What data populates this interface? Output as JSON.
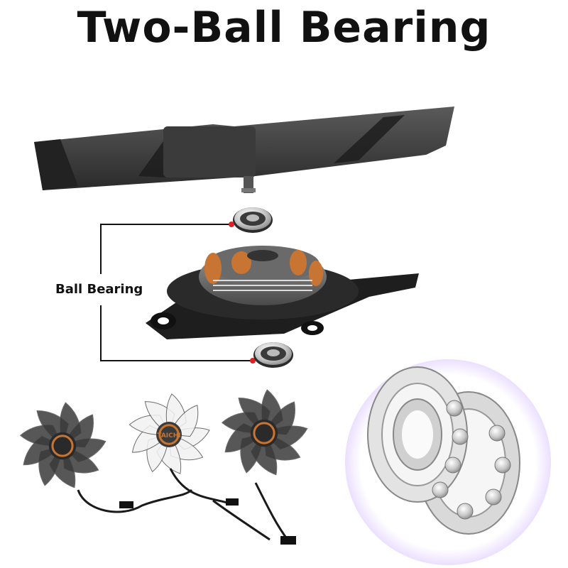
{
  "title": "Two-Ball Bearing",
  "callout_label": "Ball Bearing",
  "fan_hub_text": "TAICHI",
  "colors": {
    "title_text": "#111111",
    "fan_dark": "#3a3a3a",
    "fan_white": "#f2f2f2",
    "copper": "#c87533",
    "glow": "#b28cff",
    "callout_dot": "#e02020"
  },
  "icons": [
    "fan-blade-assembly",
    "ball-bearing",
    "motor-stator",
    "fan",
    "bearing-closeup"
  ]
}
